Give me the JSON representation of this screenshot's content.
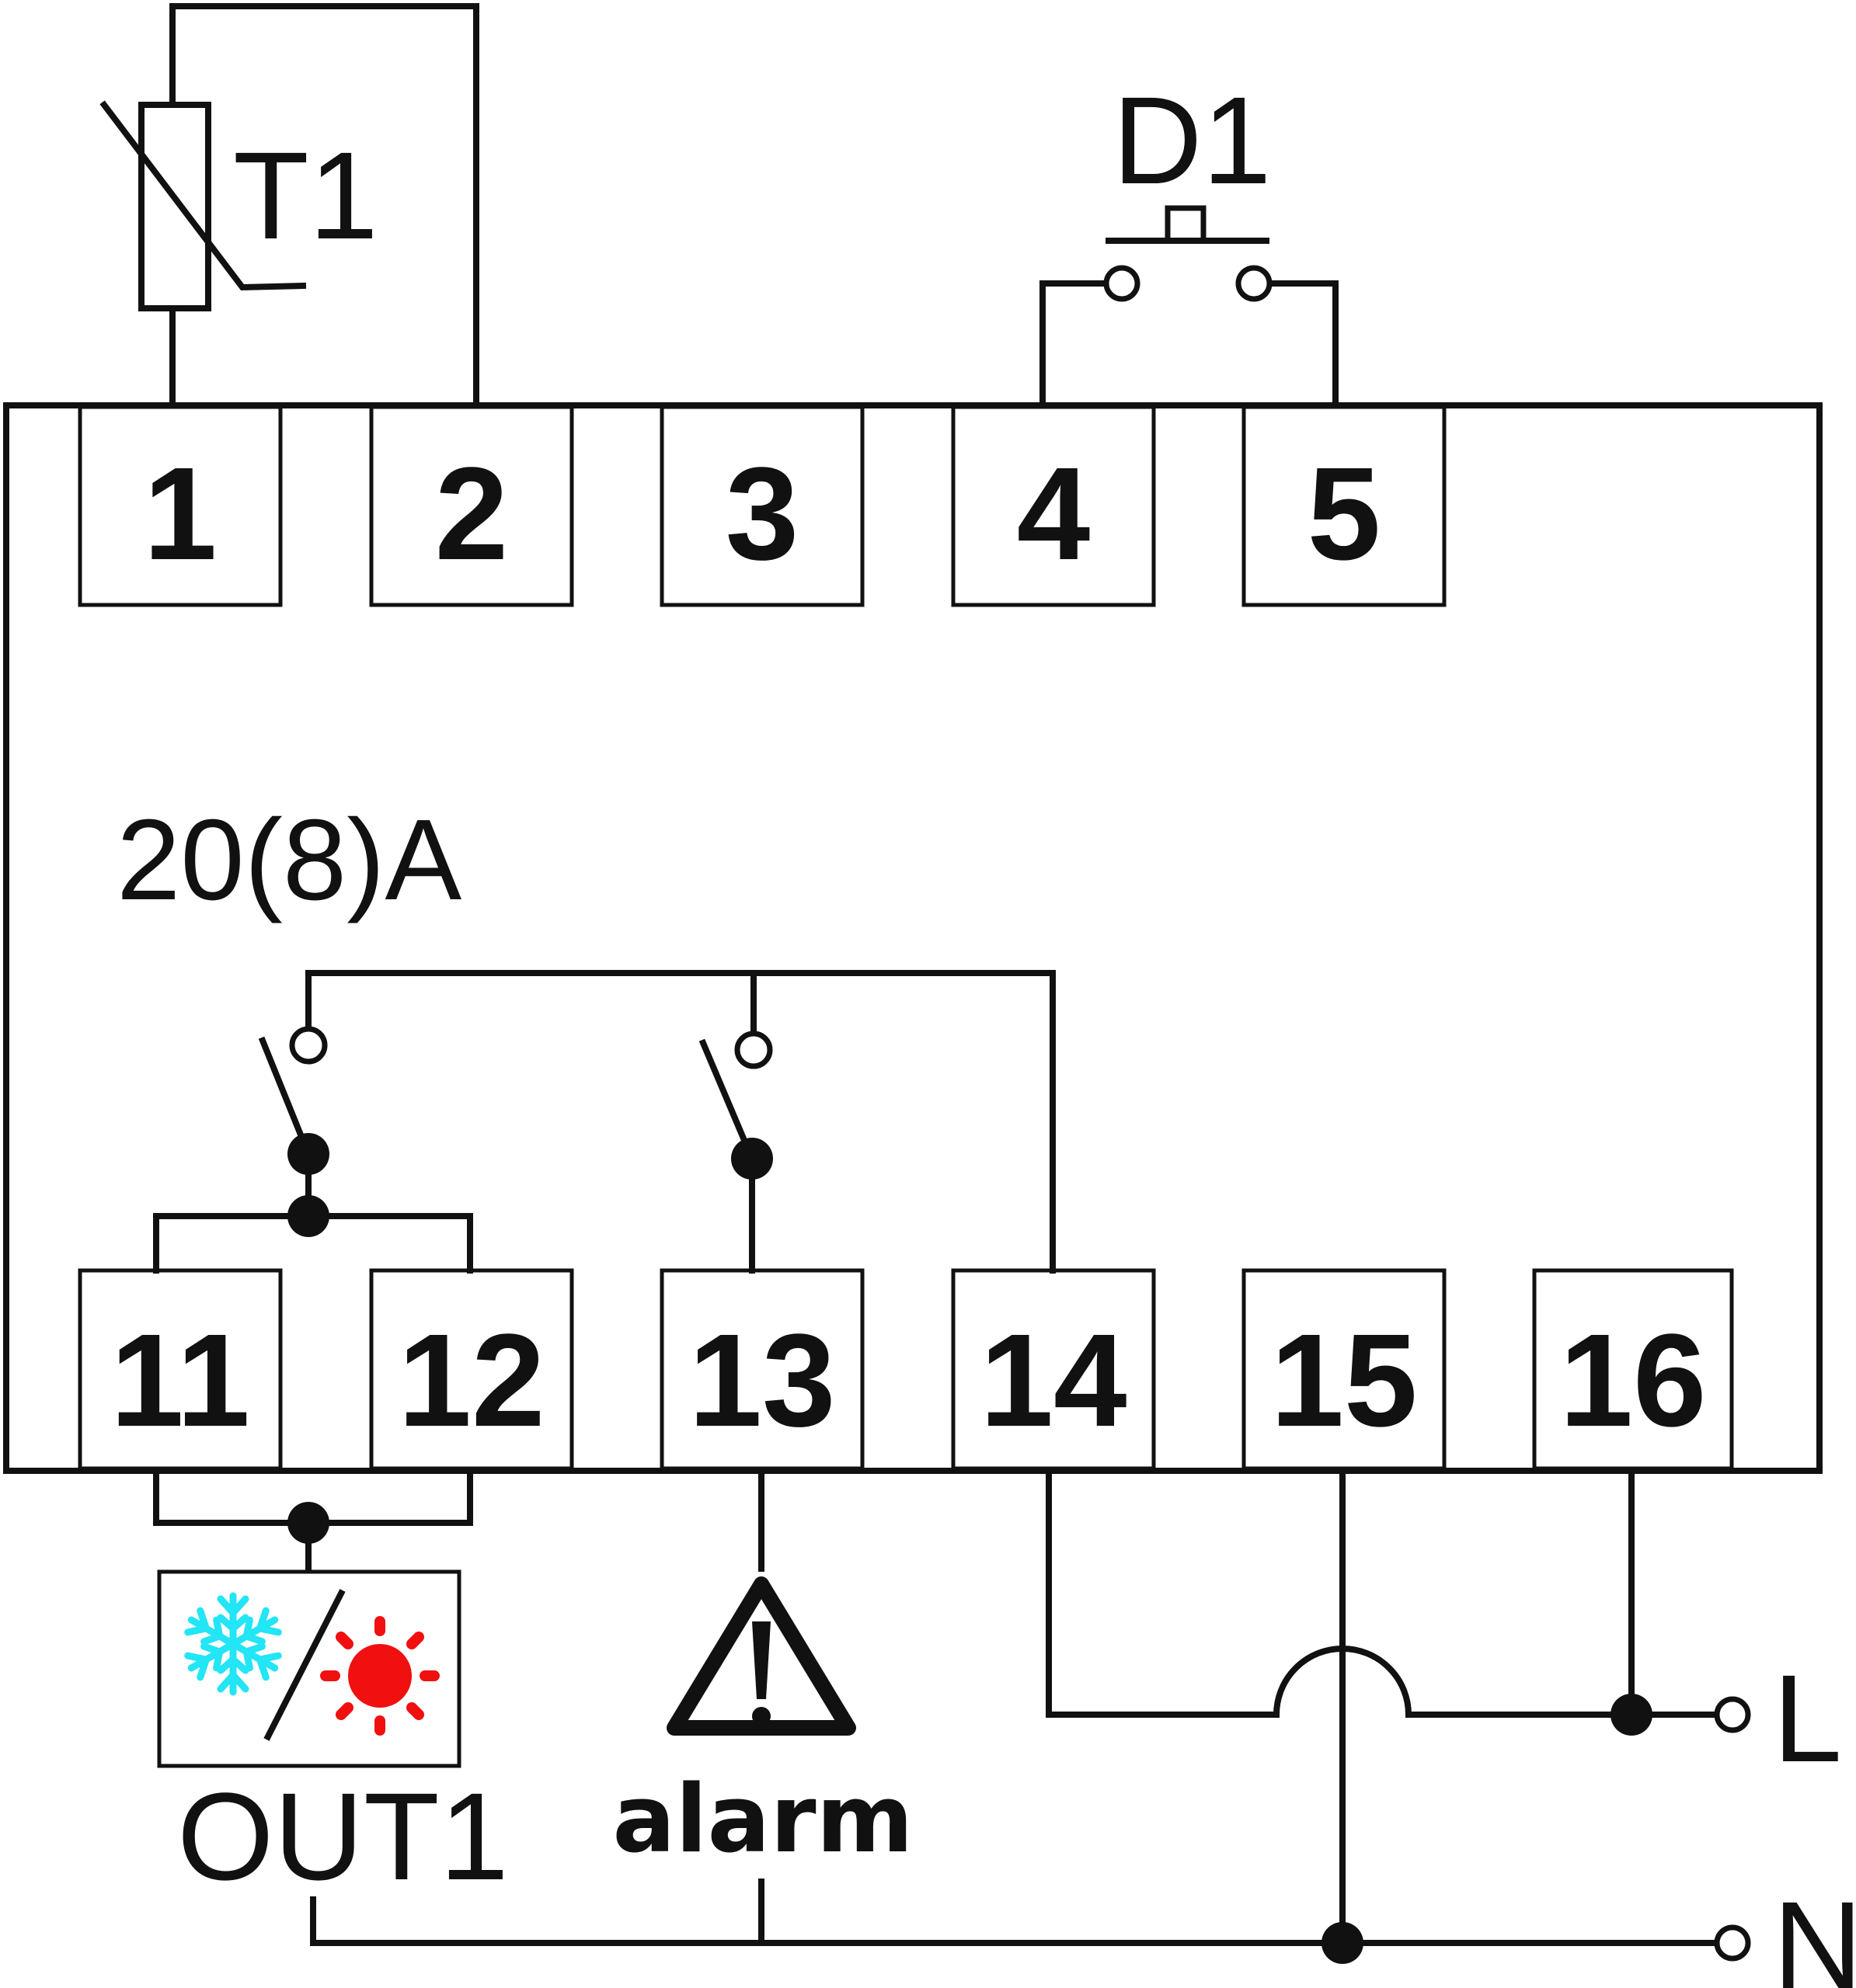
{
  "labels": {
    "sensor": "T1",
    "digital_input": "D1",
    "rating": "20(8)A",
    "output1": "OUT1",
    "alarm": "alarm",
    "line": "L",
    "neutral": "N"
  },
  "terminals_top": [
    "1",
    "2",
    "3",
    "4",
    "5"
  ],
  "terminals_bottom": [
    "11",
    "12",
    "13",
    "14",
    "15",
    "16"
  ],
  "colors": {
    "wire": "#111111",
    "snowflake": "#22e5f5",
    "sun": "#f01010"
  },
  "icons": [
    "thermistor-icon",
    "push-button-icon",
    "relay-switch-icon",
    "snowflake-icon",
    "sun-icon",
    "alarm-warning-icon"
  ]
}
